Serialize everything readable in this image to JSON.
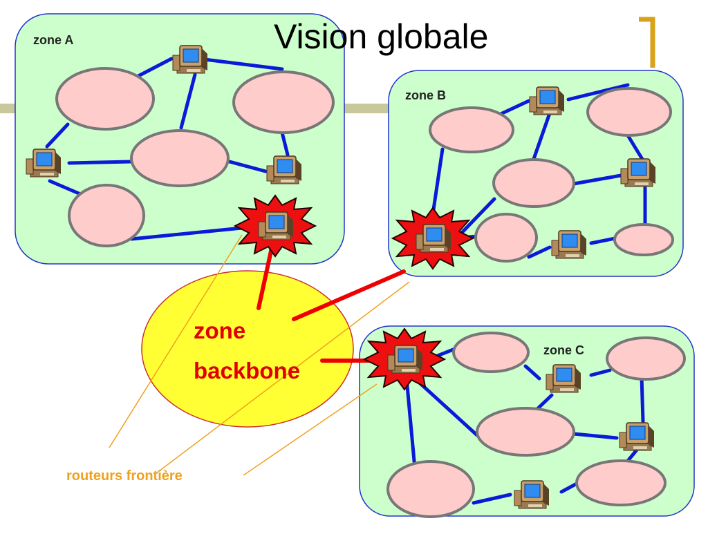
{
  "title": "Vision globale",
  "zones": {
    "a": "zone A",
    "b": "zone B",
    "c": "zone C"
  },
  "backbone": {
    "line1": "zone",
    "line2": "backbone"
  },
  "border_routers_label": "routeurs frontière",
  "colors": {
    "zone_fill": "#ccffcc",
    "zone_stroke": "#2233cc",
    "network_fill": "#ffcccc",
    "network_stroke": "#777777",
    "link": "#0a1ad8",
    "backbone_fill": "#ffff33",
    "backbone_link": "#ee0000",
    "pointer": "#f0a020",
    "accent_bar": "#c8c89a",
    "bracket": "#d9a21a"
  },
  "icons": [
    "computer-icon",
    "router-burst-icon"
  ]
}
